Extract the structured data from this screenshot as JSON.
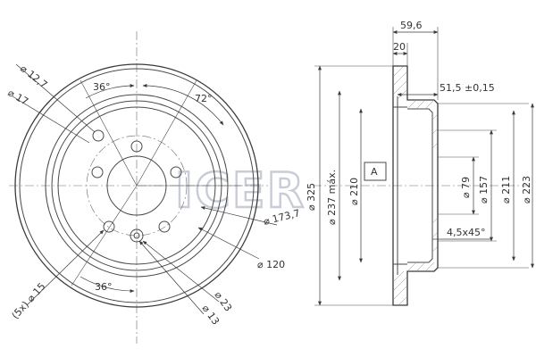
{
  "watermark": {
    "text": "ICER",
    "color": "#c8ccd6"
  },
  "front_view": {
    "labels": {
      "hole_dia": "12,7",
      "bolt_dia": "17",
      "angle_top": "36°",
      "angle_right": "72°",
      "angle_bottom": "36°",
      "pcd": "173,7",
      "center_bore": "120",
      "holes_count": "(5x)",
      "holes_dia": "15",
      "small_dia_1": "23",
      "small_dia_2": "13"
    }
  },
  "side_view": {
    "labels": {
      "total_height": "59,6",
      "disc_thickness": "20",
      "height_tol": "51,5 ±0,15",
      "outer_dia": "325",
      "max_dia": "237 máx.",
      "drum_dia": "210",
      "datum": "A",
      "hub_dia": "79",
      "inner_dia": "157",
      "flange_dia": "211",
      "flange_outer_dia": "223",
      "chamfer": "4,5x45°"
    }
  }
}
